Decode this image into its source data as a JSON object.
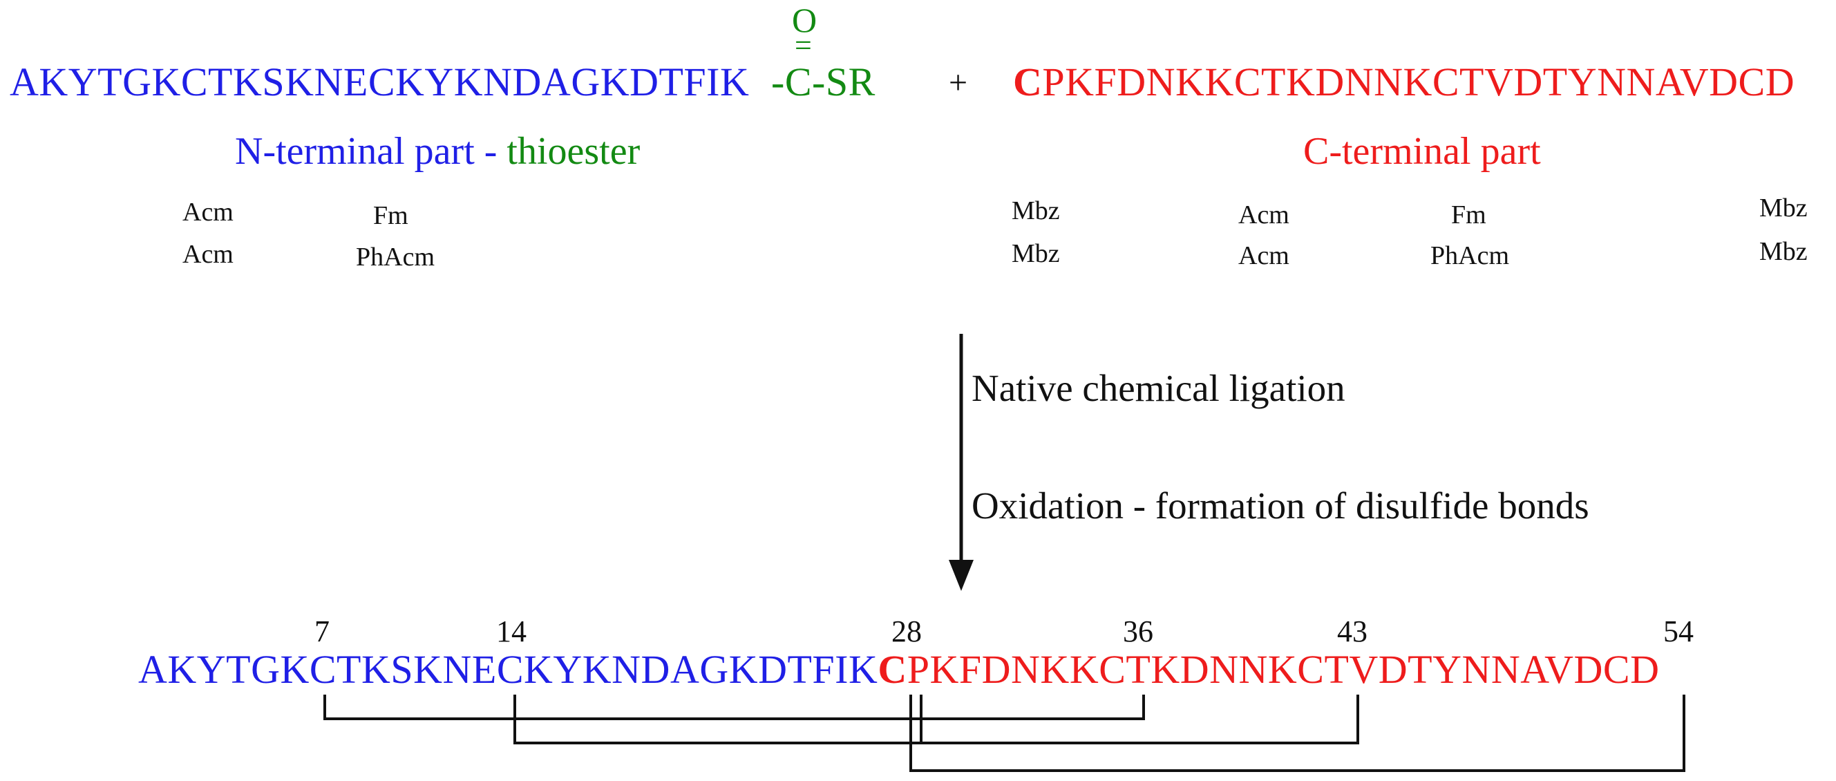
{
  "reactants": {
    "n_terminal_sequence": "AKYTGKCTKSKNECKYKNDAGKDTFIK",
    "thioester": {
      "oxygen": "O",
      "double_bond": "=",
      "carbon": "C",
      "sr": "SR"
    },
    "plus": "+",
    "c_terminal_sequence_first": "C",
    "c_terminal_sequence_rest": "PKFDNKKCTKDNNKCTVDTYNNAVDCD",
    "n_terminal_label": "N-terminal part - ",
    "thioester_label": "thioester",
    "c_terminal_label": "C-terminal part"
  },
  "protecting_groups": {
    "n_row1": [
      "Acm",
      "Fm"
    ],
    "n_row2": [
      "Acm",
      "PhAcm"
    ],
    "c_row1": [
      "Mbz",
      "Acm",
      "Fm",
      "Mbz"
    ],
    "c_row2": [
      "Mbz",
      "Acm",
      "PhAcm",
      "Mbz"
    ]
  },
  "steps": {
    "step1": "Native chemical ligation",
    "step2": "Oxidation - formation of disulfide bonds"
  },
  "product": {
    "seq_part1": "AKYTGK",
    "c7": "C",
    "seq_part2": "TKSKNE",
    "c14": "C",
    "seq_part3": "KYKNDAGKDTFIK",
    "c28": "C",
    "seq_part4": "PKFDNKK",
    "c36": "C",
    "seq_part5": "TKDNNK",
    "c43": "C",
    "seq_part6": "TVDTYNNAVD",
    "c54": "C",
    "seq_part7": "D",
    "positions": [
      "7",
      "14",
      "28",
      "36",
      "43",
      "54"
    ]
  },
  "colors": {
    "n_part": "#1f1fe6",
    "c_part": "#ee1c1c",
    "thioester": "#138a13"
  }
}
